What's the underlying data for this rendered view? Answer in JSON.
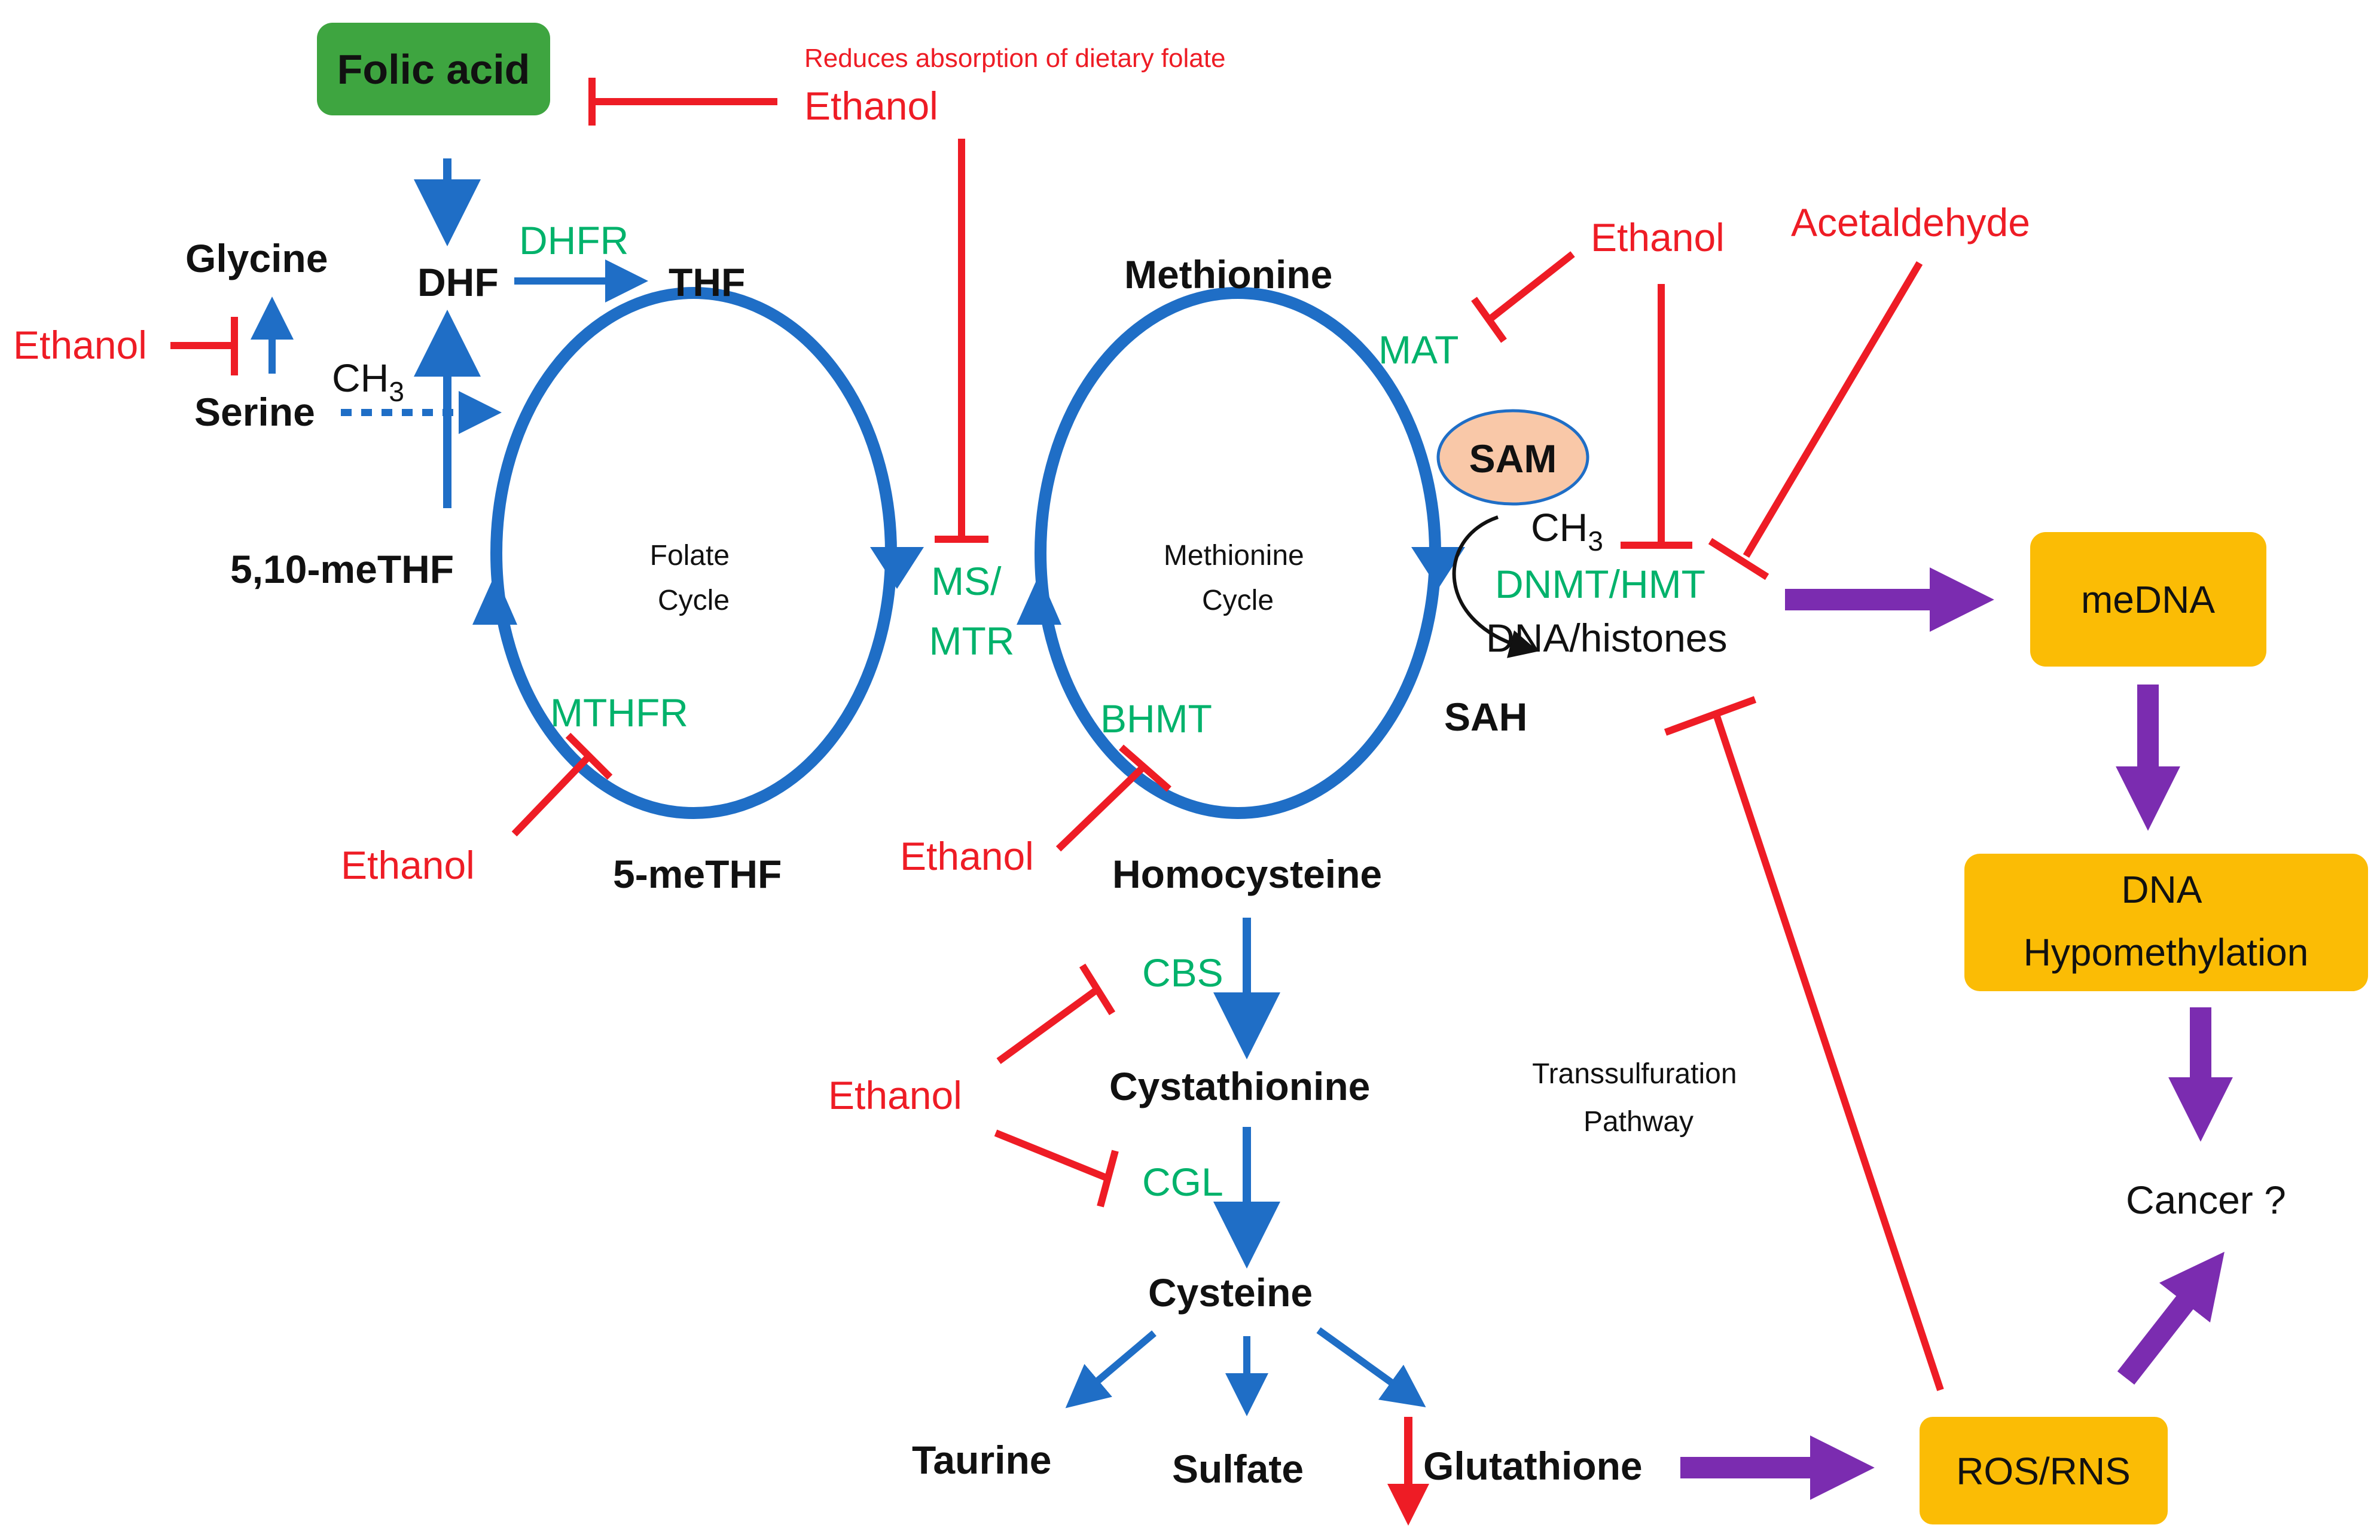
{
  "colors": {
    "cycle_blue": "#1f6ec6",
    "inhibit_red": "#ee1c25",
    "enzyme_green": "#00b26b",
    "flow_purple": "#7b2cb0",
    "box_orange": "#fbbc05",
    "folic_green": "#3ea540",
    "sam_fill": "#f9c8a8"
  },
  "nodes": {
    "folic_acid": "Folic acid",
    "glycine": "Glycine",
    "serine": "Serine",
    "dhf": "DHF",
    "thf": "THF",
    "methylene_thf": "5,10-meTHF",
    "methyl_thf": "5-meTHF",
    "methionine": "Methionine",
    "sam": "SAM",
    "sah": "SAH",
    "homocysteine": "Homocysteine",
    "cystathionine": "Cystathionine",
    "cysteine": "Cysteine",
    "taurine": "Taurine",
    "sulfate": "Sulfate",
    "glutathione": "Glutathione",
    "dna_histones": "DNA/histones",
    "ch3_serine": "CH",
    "ch3_sam": "CH",
    "ch3_sub": "3"
  },
  "cycles": {
    "folate_line1": "Folate",
    "folate_line2": "Cycle",
    "methionine_line1": "Methionine",
    "methionine_line2": "Cycle"
  },
  "enzymes": {
    "dhfr": "DHFR",
    "mthfr": "MTHFR",
    "ms_line1": "MS/",
    "ms_line2": "MTR",
    "bhmt": "BHMT",
    "mat": "MAT",
    "dnmt": "DNMT/HMT",
    "cbs": "CBS",
    "cgl": "CGL"
  },
  "inhibitors": {
    "ethanol_top": "Ethanol",
    "absorption_note": "Reduces absorption of dietary folate",
    "ethanol_glycine": "Ethanol",
    "ethanol_mthfr": "Ethanol",
    "ethanol_bhmt": "Ethanol",
    "ethanol_mat": "Ethanol",
    "acetaldehyde": "Acetaldehyde",
    "ethanol_cbs_cgl": "Ethanol"
  },
  "pathway": {
    "transsulfuration_line1": "Transsulfuration",
    "transsulfuration_line2": "Pathway"
  },
  "outcomes": {
    "medna": "meDNA",
    "hypomethylation_line1": "DNA",
    "hypomethylation_line2": "Hypomethylation",
    "cancer": "Cancer ?",
    "ros_rns": "ROS/RNS"
  }
}
